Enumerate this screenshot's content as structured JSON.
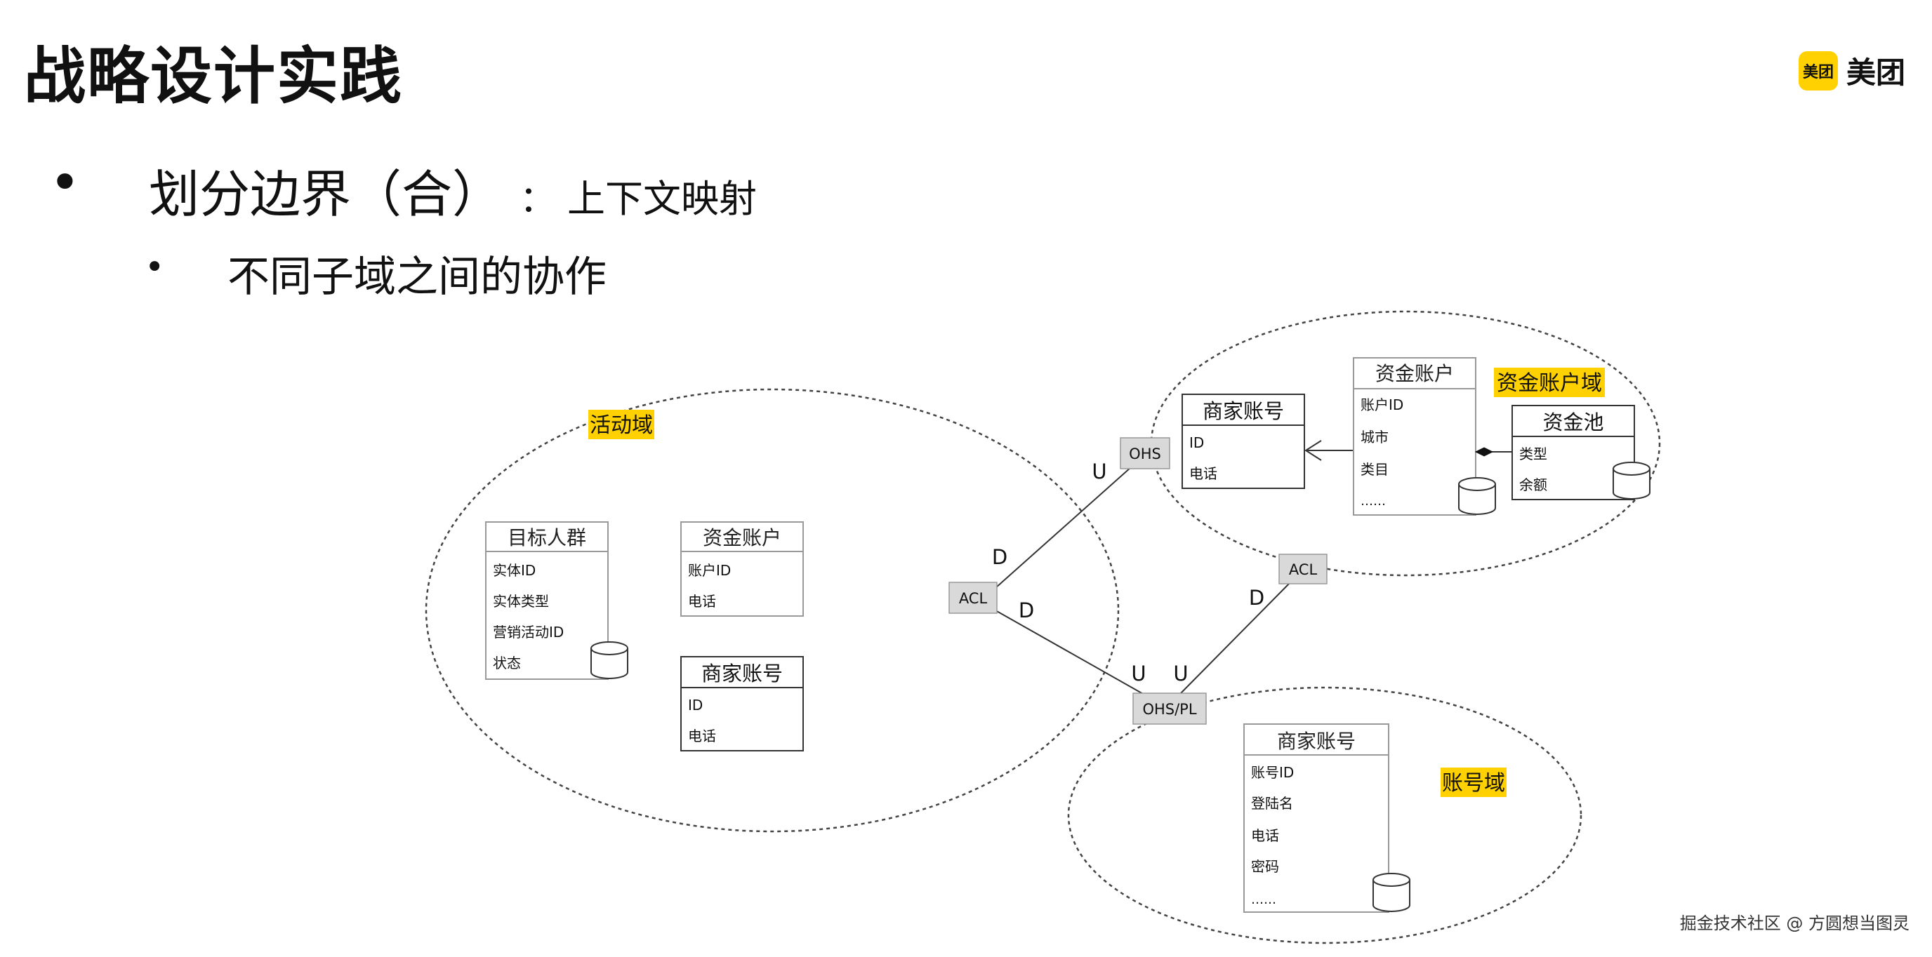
{
  "page": {
    "title": "战略设计实践",
    "brand": {
      "badge": "美团",
      "name": "美团",
      "color": "#FFD100"
    },
    "bullets": [
      {
        "main": "划分边界（合）",
        "separator": "：",
        "sub": "上下文映射"
      },
      {
        "text": "不同子域之间的协作"
      }
    ],
    "watermark": "掘金技术社区 @ 方圆想当图灵"
  },
  "diagram": {
    "domains": {
      "activity": "活动域",
      "fund_account": "资金账户域",
      "account": "账号域"
    },
    "entities": {
      "target_group": {
        "title": "目标人群",
        "fields": [
          "实体ID",
          "实体类型",
          "营销活动ID",
          "状态"
        ]
      },
      "act_fund_account": {
        "title": "资金账户",
        "fields": [
          "账户ID",
          "电话"
        ]
      },
      "act_merchant_account": {
        "title": "商家账号",
        "fields": [
          "ID",
          "电话"
        ]
      },
      "fa_merchant_account": {
        "title": "商家账号",
        "fields": [
          "ID",
          "电话"
        ]
      },
      "fa_fund_account": {
        "title": "资金账户",
        "fields": [
          "账户ID",
          "城市",
          "类目",
          "……"
        ]
      },
      "fund_pool": {
        "title": "资金池",
        "fields": [
          "类型",
          "余额"
        ]
      },
      "acc_merchant_account": {
        "title": "商家账号",
        "fields": [
          "账号ID",
          "登陆名",
          "电话",
          "密码",
          "……"
        ]
      }
    },
    "patterns": {
      "acl_left": "ACL",
      "ohs": "OHS",
      "ohs_pl": "OHS/PL",
      "acl_right": "ACL"
    },
    "edge_labels": {
      "u_top": "U",
      "d_top": "D",
      "d_mid": "D",
      "u_left": "U",
      "u_right": "U",
      "d_right": "D"
    },
    "highlight_color": "#FFD100"
  }
}
